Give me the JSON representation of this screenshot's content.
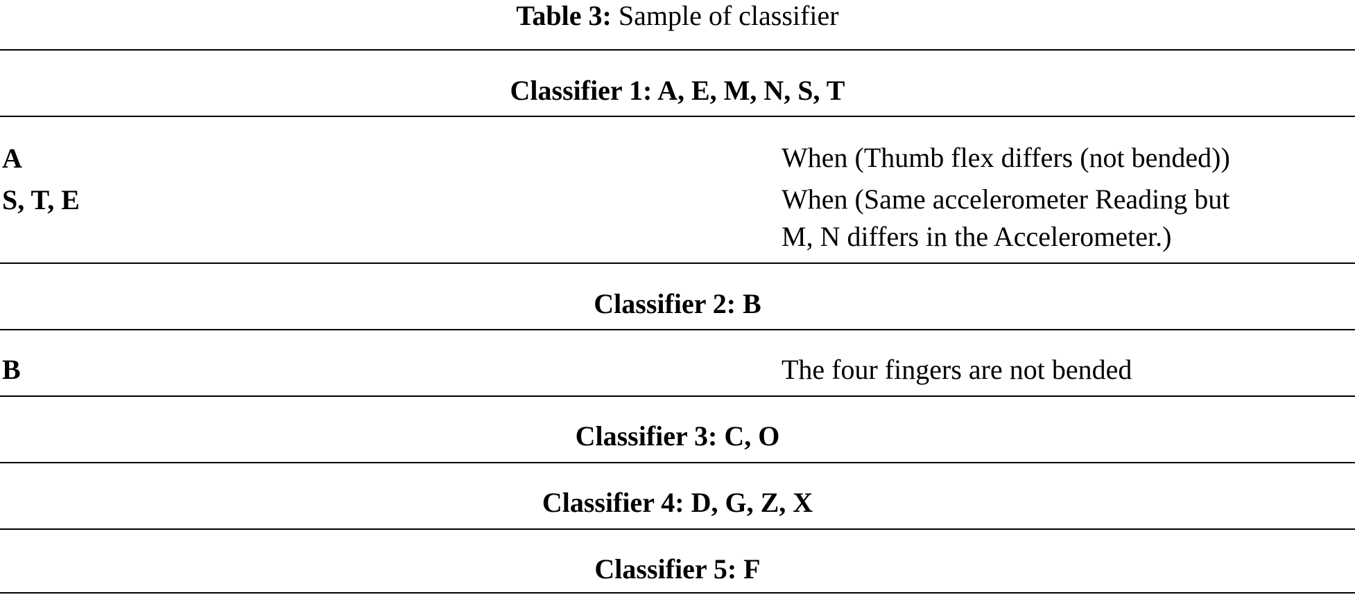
{
  "caption": {
    "label": "Table 3:",
    "text": "Sample of classifier"
  },
  "sections": [
    {
      "heading": "Classifier 1: A, E, M, N, S, T",
      "rows": [
        {
          "left": "A",
          "right": "When (Thumb flex differs (not bended))"
        },
        {
          "left": "S, T, E",
          "right": "When (Same accelerometer Reading but"
        },
        {
          "left": "",
          "right": "M, N differs in the Accelerometer.)"
        }
      ]
    },
    {
      "heading": "Classifier 2: B",
      "rows": [
        {
          "left": "B",
          "right": "The four fingers are not bended"
        }
      ]
    },
    {
      "heading": "Classifier 3: C, O"
    },
    {
      "heading": "Classifier 4: D, G, Z, X"
    },
    {
      "heading": "Classifier 5: F"
    }
  ]
}
